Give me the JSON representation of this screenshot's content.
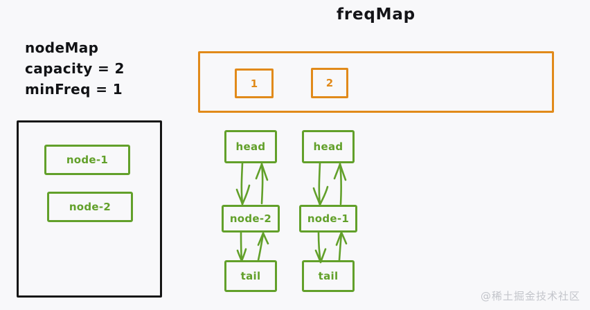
{
  "background_color": "#f8f8fa",
  "colors": {
    "ink": "#141418",
    "green": "#62a02a",
    "orange": "#e18a1a",
    "black_box": "#151515",
    "watermark": "#c3c5cb"
  },
  "info_panel": {
    "lines": [
      "nodeMap",
      "capacity = 2",
      "minFreq = 1"
    ],
    "title": "nodeMap",
    "capacity_label": "capacity = 2",
    "min_freq_label": "minFreq = 1"
  },
  "node_map": {
    "items": [
      {
        "label": "node-1"
      },
      {
        "label": "node-2"
      }
    ]
  },
  "freq_map": {
    "title": "freqMap",
    "keys": [
      {
        "label": "1"
      },
      {
        "label": "2"
      }
    ]
  },
  "lists": [
    {
      "key": "1",
      "head_label": "head",
      "node_label": "node-2",
      "tail_label": "tail"
    },
    {
      "key": "2",
      "head_label": "head",
      "node_label": "node-1",
      "tail_label": "tail"
    }
  ],
  "watermark": "@稀土掘金技术社区"
}
